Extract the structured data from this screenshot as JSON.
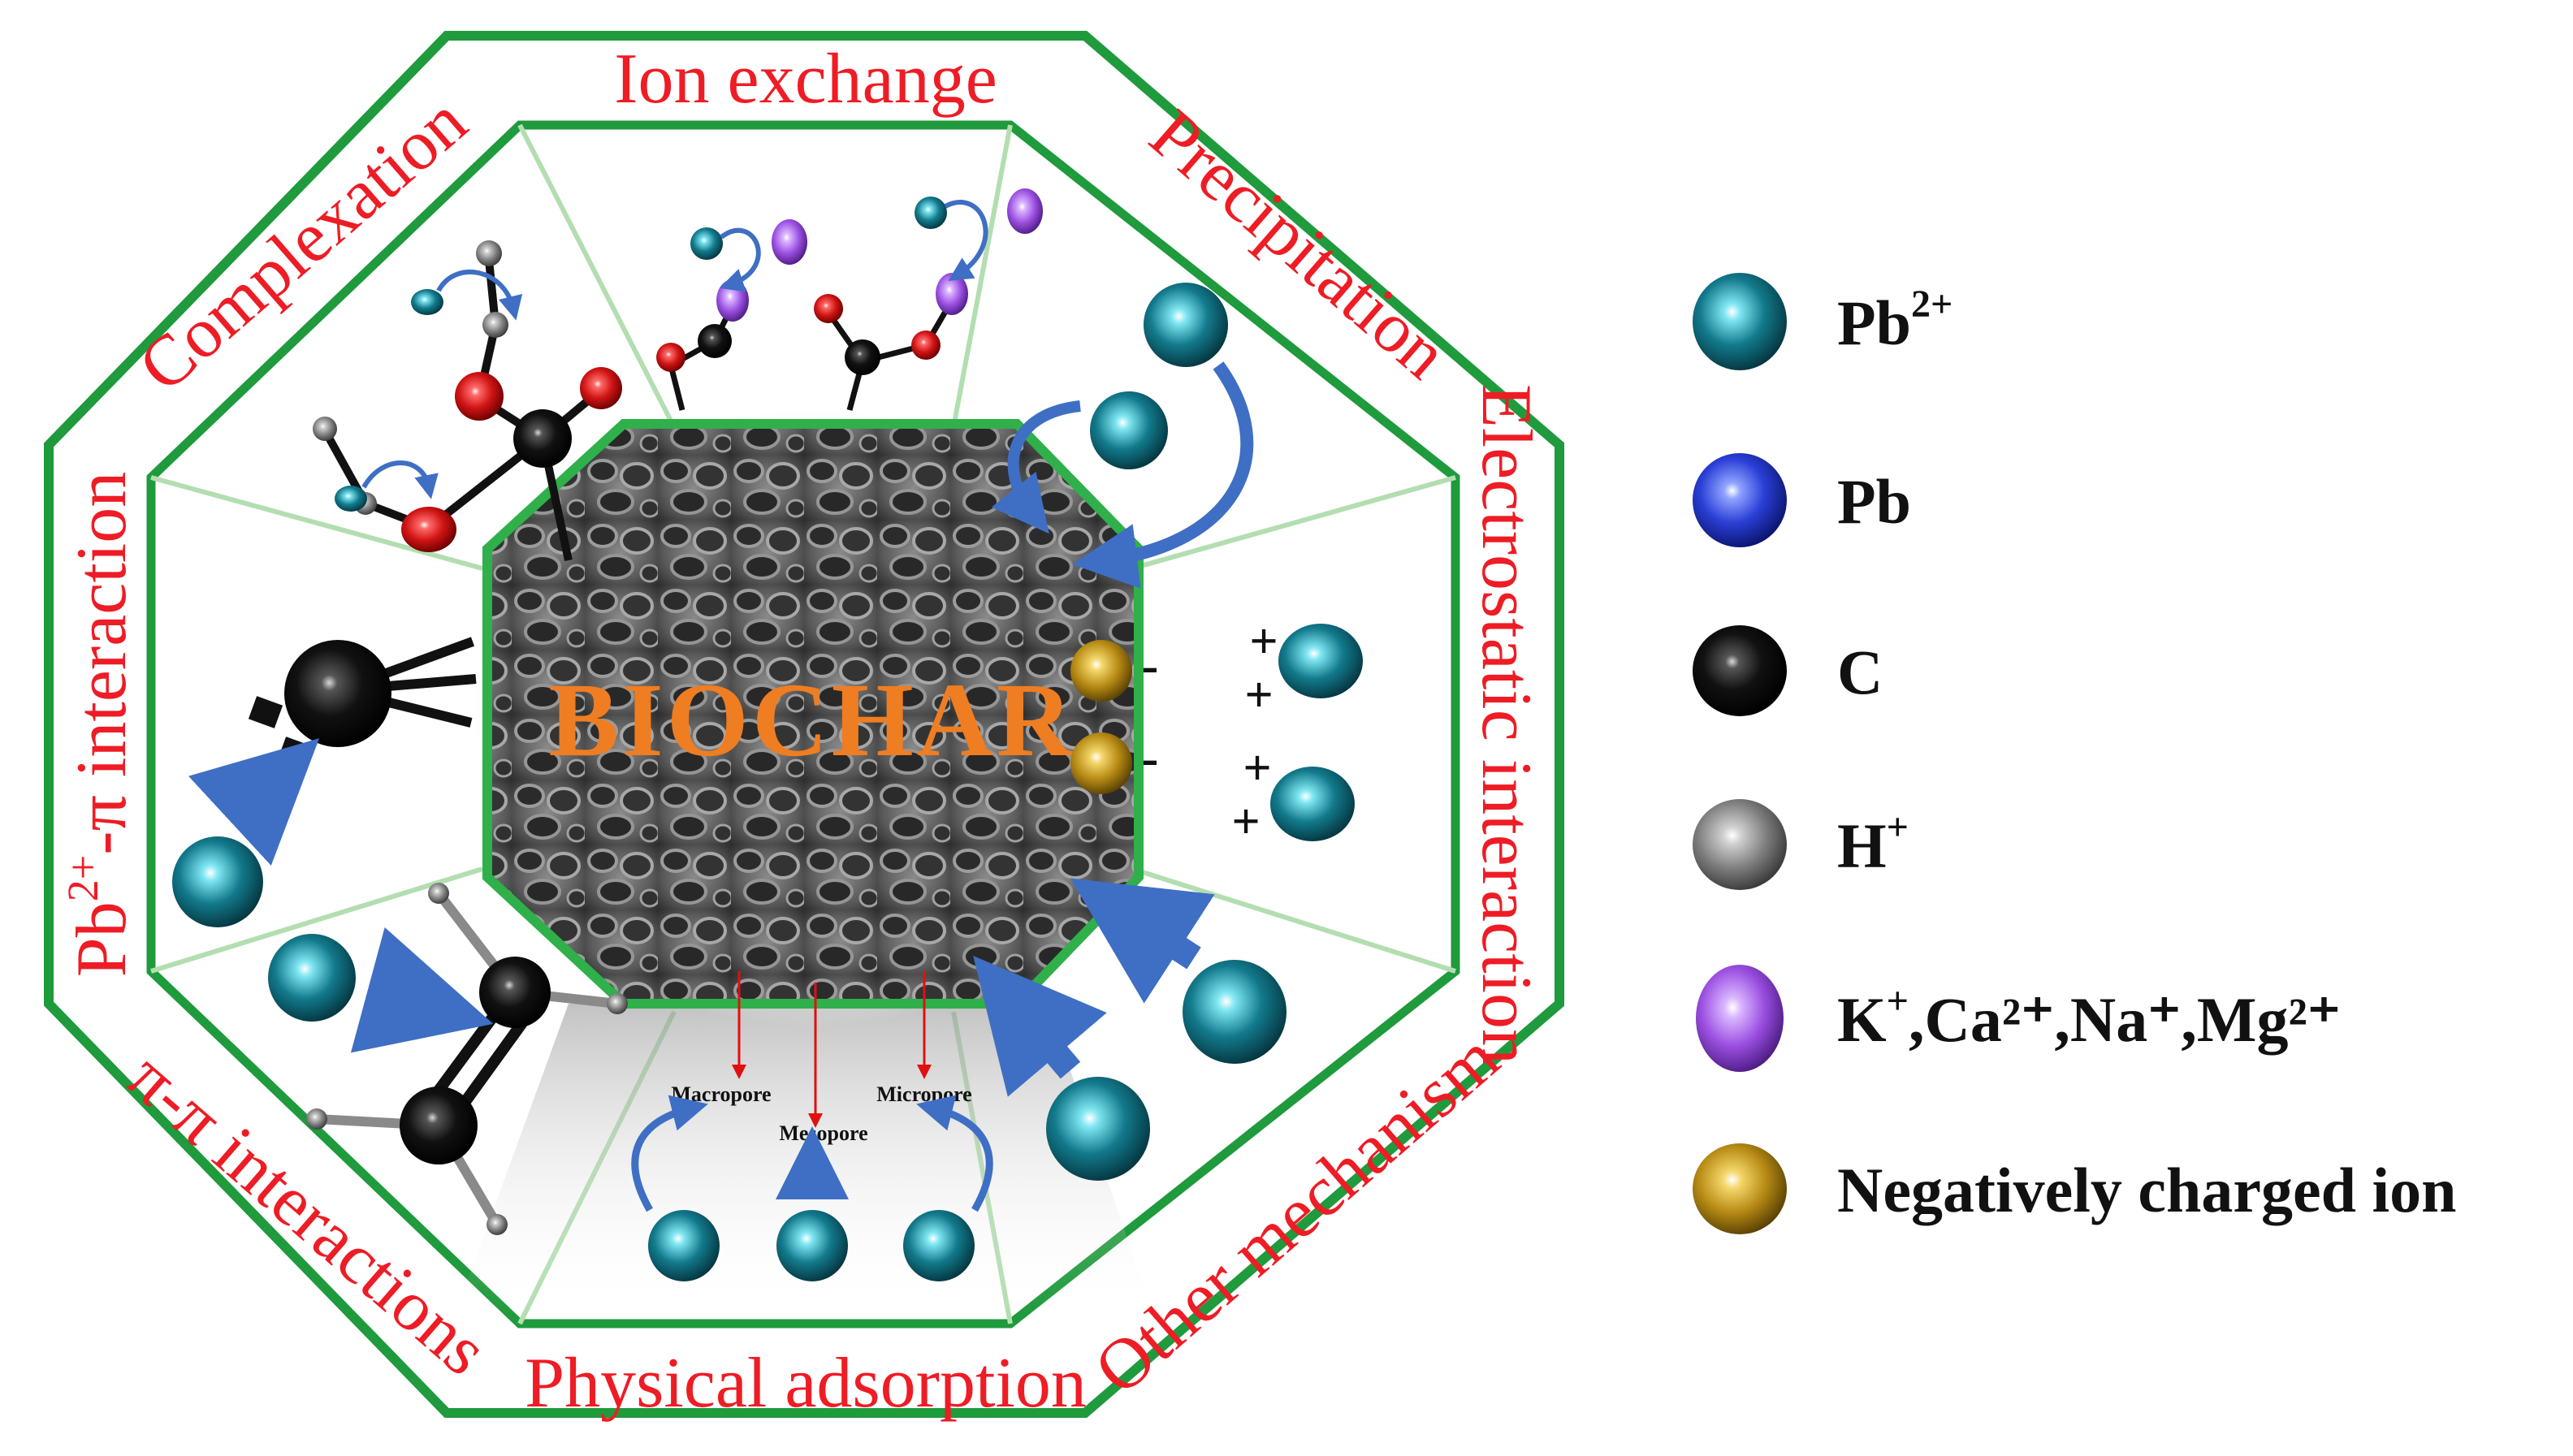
{
  "diagram": {
    "center_label": "BIOCHAR",
    "mechanisms": {
      "ion_exchange": "Ion exchange",
      "precipitation": "Precipitation",
      "electrostatic": "Electrostatic interaction",
      "other": "Other mechanism",
      "physical_adsorption": "Physical adsorption",
      "pi_pi": "π-π interactions",
      "pb_pi_prefix": "Pb",
      "pb_pi_sup": "2+",
      "pb_pi_suffix": "-π interaction",
      "complexation": "Complexation"
    },
    "pores": {
      "macropore": "Macropore",
      "mesopore": "Mesopore",
      "micropore": "Micropore"
    },
    "charges": {
      "minus": "-",
      "plus": "+"
    },
    "colors": {
      "frame_green": "#1f9a3c",
      "label_red": "#ee1c25",
      "biochar_orange": "#ef7d22",
      "arrow_blue": "#3f6fc4"
    }
  },
  "legend": [
    {
      "base": "Pb",
      "sup": "2+",
      "rest": "",
      "color": "#127a8c",
      "icon": "pb2-ion-ball"
    },
    {
      "base": "Pb",
      "sup": "",
      "rest": "",
      "color": "#2a3fd6",
      "icon": "pb-ball"
    },
    {
      "base": "C",
      "sup": "",
      "rest": "",
      "color": "#0c0c0c",
      "icon": "carbon-ball"
    },
    {
      "base": "H",
      "sup": "+",
      "rest": "",
      "color": "#7c7c7c",
      "icon": "hydrogen-ball"
    },
    {
      "base": "K",
      "sup": "+",
      "rest": ",Ca²⁺,Na⁺,Mg²⁺",
      "color": "#9b4fe0",
      "icon": "cation-ball"
    },
    {
      "base": "Negatively charged ion",
      "sup": "",
      "rest": "",
      "color": "#b78b14",
      "icon": "negative-ion-ball"
    }
  ]
}
